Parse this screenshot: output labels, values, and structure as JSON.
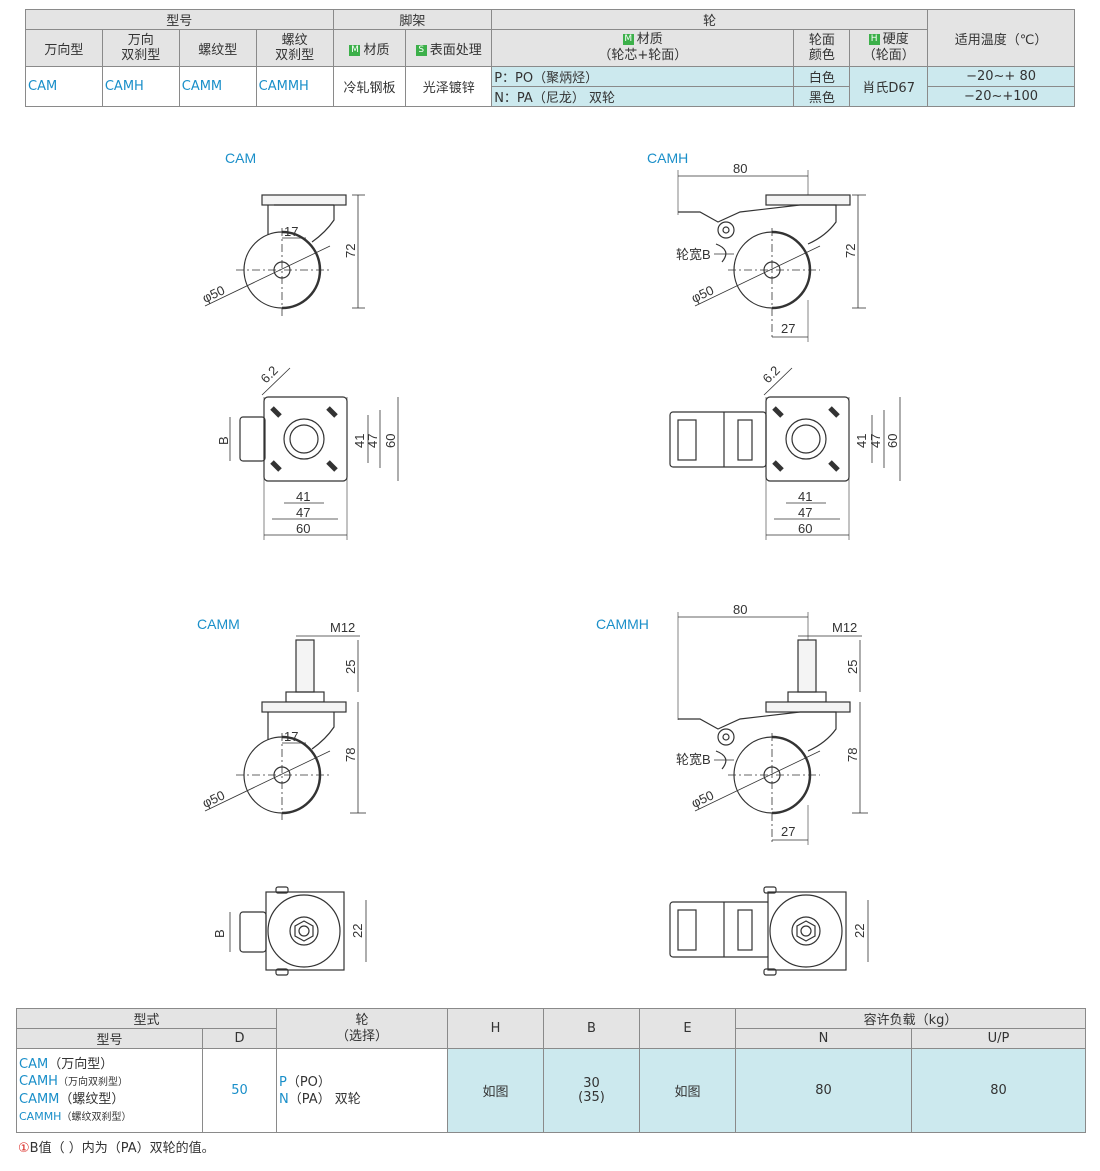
{
  "spec_table": {
    "group_model": "型号",
    "group_bracket": "脚架",
    "group_wheel": "轮",
    "h_universal": "万向型",
    "h_universal_brake": "万向\n双刹型",
    "h_thread": "螺纹型",
    "h_thread_brake": "螺纹\n双刹型",
    "h_bracket_material": "材质",
    "h_surface": "表面处理",
    "h_wheel_material": "材质",
    "h_wheel_material_sub": "（轮芯+轮面）",
    "h_wheel_color": "轮面\n颜色",
    "h_hardness": "硬度",
    "h_hardness_sub": "（轮面）",
    "h_temp": "适用温度（℃）",
    "icon_m": "M",
    "icon_s": "S",
    "icon_h": "H",
    "row": {
      "cam": "CAM",
      "camh": "CAMH",
      "camm": "CAMM",
      "cammh": "CAMMH",
      "bracket_material": "冷轧钢板",
      "surface": "光泽镀锌",
      "hardness": "肖氏D67"
    },
    "wheel_options": [
      {
        "material": "P：PO（聚炳烃）",
        "color": "白色",
        "temp": "−20~+ 80"
      },
      {
        "material": "N：PA（尼龙） 双轮",
        "color": "黑色",
        "temp": "−20~+100"
      }
    ]
  },
  "drawings": {
    "cam": "CAM",
    "camh": "CAMH",
    "camm": "CAMM",
    "cammh": "CAMMH",
    "dim_17": "17",
    "dim_72": "72",
    "dim_78": "78",
    "dim_80": "80",
    "dim_27": "27",
    "dim_phi50": "φ50",
    "dim_62": "6.2",
    "dim_41": "41",
    "dim_47": "47",
    "dim_60": "60",
    "dim_b": "B",
    "dim_m12": "M12",
    "dim_25": "25",
    "dim_22": "22",
    "wheel_width": "轮宽B"
  },
  "order_table": {
    "h_form": "型式",
    "h_model": "型号",
    "h_d": "D",
    "h_wheel": "轮",
    "h_wheel_sub": "（选择）",
    "h_h": "H",
    "h_b": "B",
    "h_e": "E",
    "h_load": "容许负载（kg）",
    "h_n": "N",
    "h_up": "U/P",
    "models": [
      {
        "code": "CAM",
        "desc": "（万向型）"
      },
      {
        "code": "CAMH",
        "desc": "（万向双刹型）"
      },
      {
        "code": "CAMM",
        "desc": "（螺纹型）"
      },
      {
        "code": "CAMMH",
        "desc": "（螺纹双刹型）"
      }
    ],
    "d_value": "50",
    "wheel_opts": [
      {
        "code": "P",
        "desc": "（PO）"
      },
      {
        "code": "N",
        "desc": "（PA）  双轮"
      }
    ],
    "h_value": "如图",
    "b_value": "30",
    "b_value_pa": "(35)",
    "e_value": "如图",
    "n_value": "80",
    "up_value": "80"
  },
  "footnote": {
    "mark": "①",
    "text": "B值（ ）内为（PA）双轮的值。"
  },
  "colors": {
    "accent": "#1a8fc9",
    "cell_bg": "#cce9ee",
    "header_bg": "#e4e4e4",
    "icon_green": "#3cb04a"
  }
}
